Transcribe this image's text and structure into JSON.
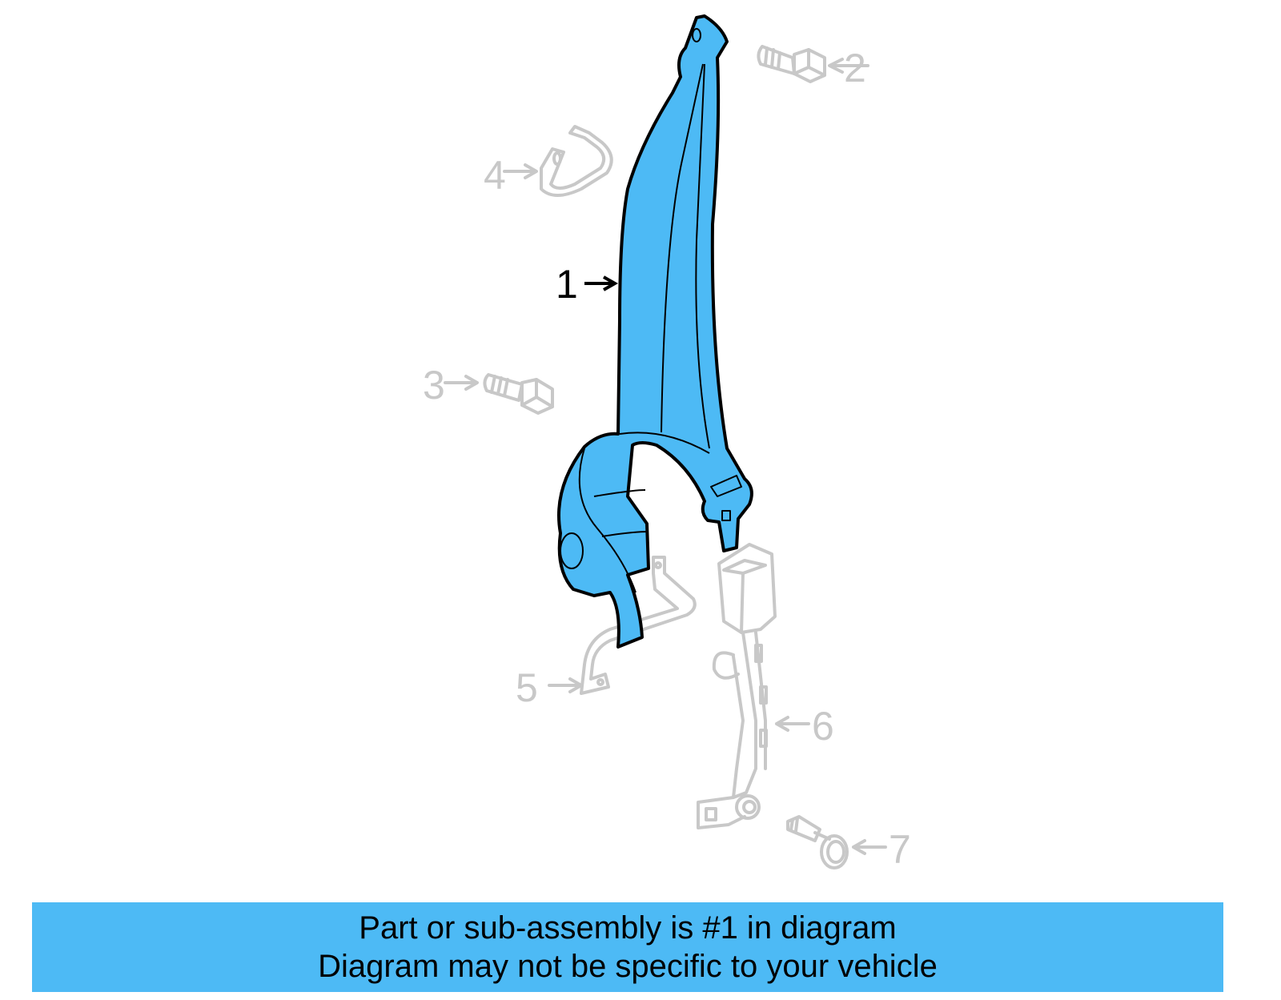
{
  "diagram": {
    "highlight_color": "#4dbaf5",
    "outline_color": "#000000",
    "ghost_color": "#c8c8c8",
    "callouts": [
      {
        "number": "1",
        "part": "seat-belt-assembly",
        "highlighted": true
      },
      {
        "number": "2",
        "part": "bolt",
        "highlighted": false
      },
      {
        "number": "3",
        "part": "bolt",
        "highlighted": false
      },
      {
        "number": "4",
        "part": "guide-bracket",
        "highlighted": false
      },
      {
        "number": "5",
        "part": "anchor-bracket",
        "highlighted": false
      },
      {
        "number": "6",
        "part": "buckle-assembly",
        "highlighted": false
      },
      {
        "number": "7",
        "part": "shoulder-bolt",
        "highlighted": false
      }
    ]
  },
  "banner": {
    "line1": "Part or sub-assembly is #1 in diagram",
    "line2": "Diagram may not be specific to your vehicle",
    "background": "#4dbaf5"
  }
}
